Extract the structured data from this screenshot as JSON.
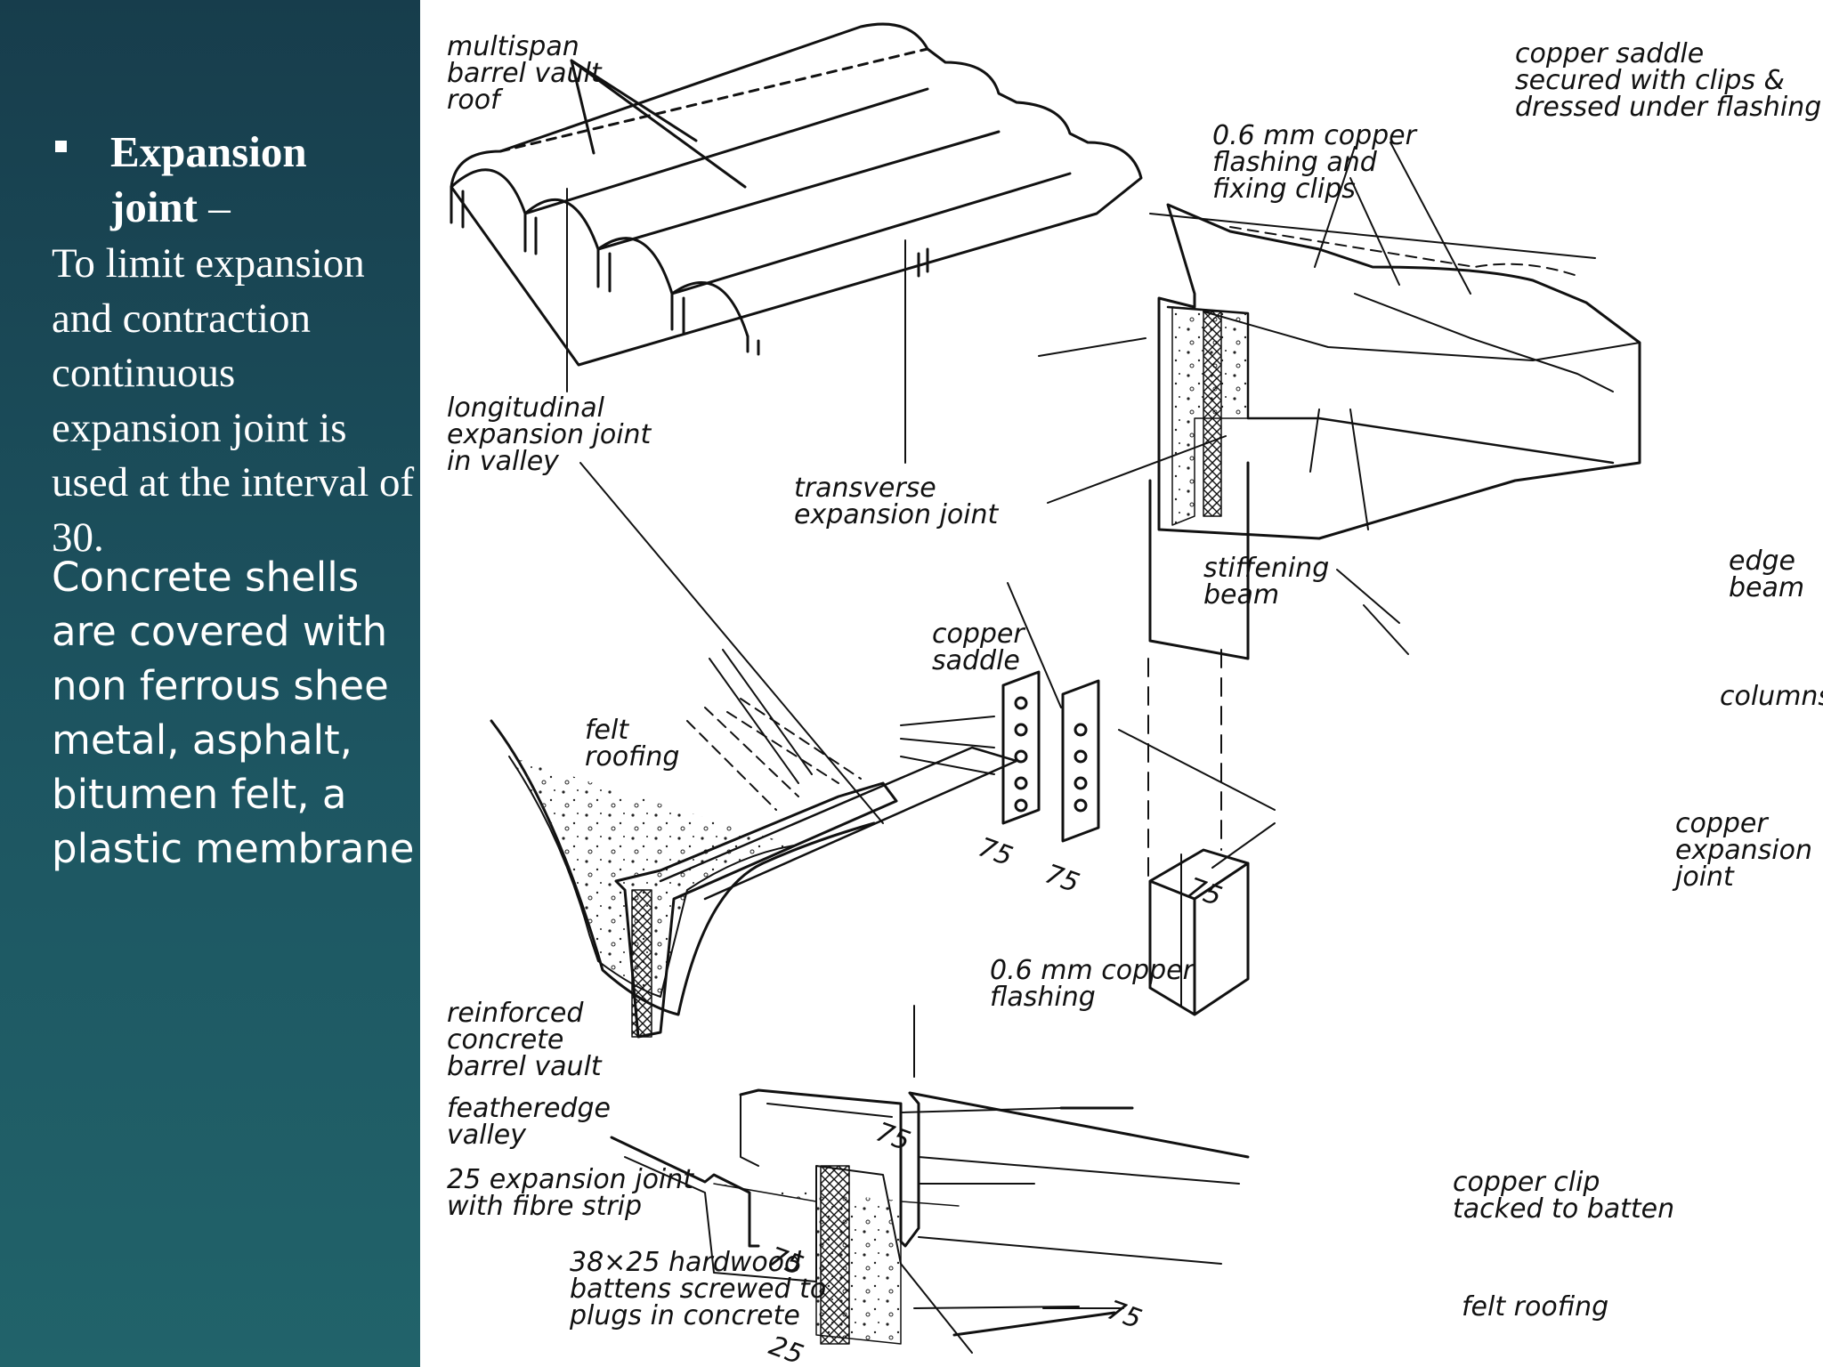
{
  "slide": {
    "bullet_title": "Expansion joint",
    "bullet_dash": "–",
    "paragraph_1": "To limit expansion and contraction continuous expansion joint is used at the interval of 30.",
    "paragraph_2": "Concrete shells are covered with non ferrous shee metal, asphalt, bitumen felt, a plastic membrane"
  },
  "drawing": {
    "labels": {
      "multispan": [
        "multispan",
        "barrel vault",
        "roof"
      ],
      "longitudinal": [
        "longitudinal",
        "expansion joint",
        "in valley"
      ],
      "transverse": [
        "transverse",
        "expansion joint"
      ],
      "felt_roofing_top": [
        "felt",
        "roofing"
      ],
      "copper_saddle": [
        "copper",
        "saddle"
      ],
      "reinforced": [
        "reinforced",
        "concrete",
        "barrel vault"
      ],
      "featheredge": [
        "featheredge",
        "valley"
      ],
      "expansion_25": [
        "25 expansion joint",
        "with fibre strip"
      ],
      "battens": [
        "38×25 hardwood",
        "battens screwed to",
        "plugs in concrete"
      ],
      "copper_flashing_bottom": [
        "0.6 mm copper",
        "flashing"
      ],
      "copper_clip": [
        "copper clip",
        "tacked to batten"
      ],
      "felt_roofing_bottom": "felt roofing",
      "copper_saddle_secured": [
        "copper saddle",
        "secured with clips &",
        "dressed under flashing"
      ],
      "copper_flashing_clips": [
        "0.6 mm copper",
        "flashing and",
        "fixing clips"
      ],
      "stiffening_beam": [
        "stiffening",
        "beam"
      ],
      "edge_beam": [
        "edge",
        "beam"
      ],
      "columns": "columns",
      "copper_expansion_joint": [
        "copper",
        "expansion",
        "joint"
      ],
      "dim_75_a": "75",
      "dim_75_b": "75",
      "dim_75_c": "75",
      "dim_75_d": "75",
      "dim_75_e": "75",
      "dim_75_f": "75",
      "dim_25": "25"
    }
  }
}
